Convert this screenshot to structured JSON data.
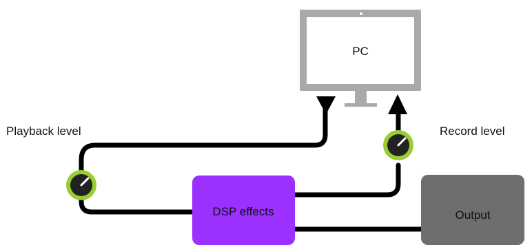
{
  "pc": {
    "label": "PC",
    "frame_color": "#a9a9a9",
    "screen_color": "#ffffff"
  },
  "dsp": {
    "label": "DSP effects",
    "color": "#9b30ff",
    "text_color": "#111111"
  },
  "output": {
    "label": "Output",
    "color": "#6e6e6e",
    "text_color": "#111111"
  },
  "playback": {
    "label": "Playback level"
  },
  "record": {
    "label": "Record level"
  },
  "knob": {
    "ring_color": "#9acd32",
    "body_color": "#222222",
    "pointer_color": "#ffffff",
    "icon": "knob-icon"
  },
  "wire": {
    "color": "#000000"
  }
}
